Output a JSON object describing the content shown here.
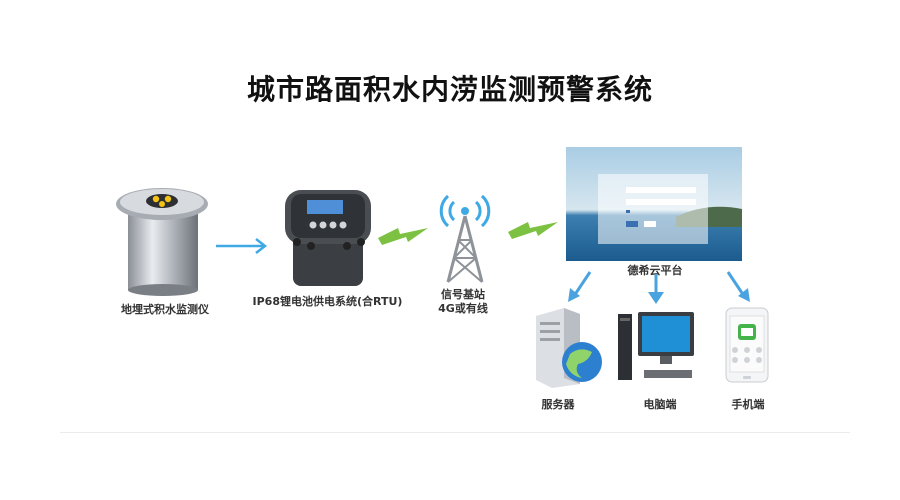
{
  "title": "城市路面积水内涝监测预警系统",
  "nodes": {
    "sensor": "地埋式积水监测仪",
    "rtu": "IP68锂电池供电系统(合RTU)",
    "tower_line1": "信号基站",
    "tower_line2": "4G或有线",
    "platform": "德希云平台",
    "server": "服务器",
    "pc": "电脑端",
    "mobile": "手机端"
  },
  "colors": {
    "arrow_blue": "#3fa9e6",
    "signal_green": "#7dc142",
    "down_arrow": "#4aa3df"
  }
}
